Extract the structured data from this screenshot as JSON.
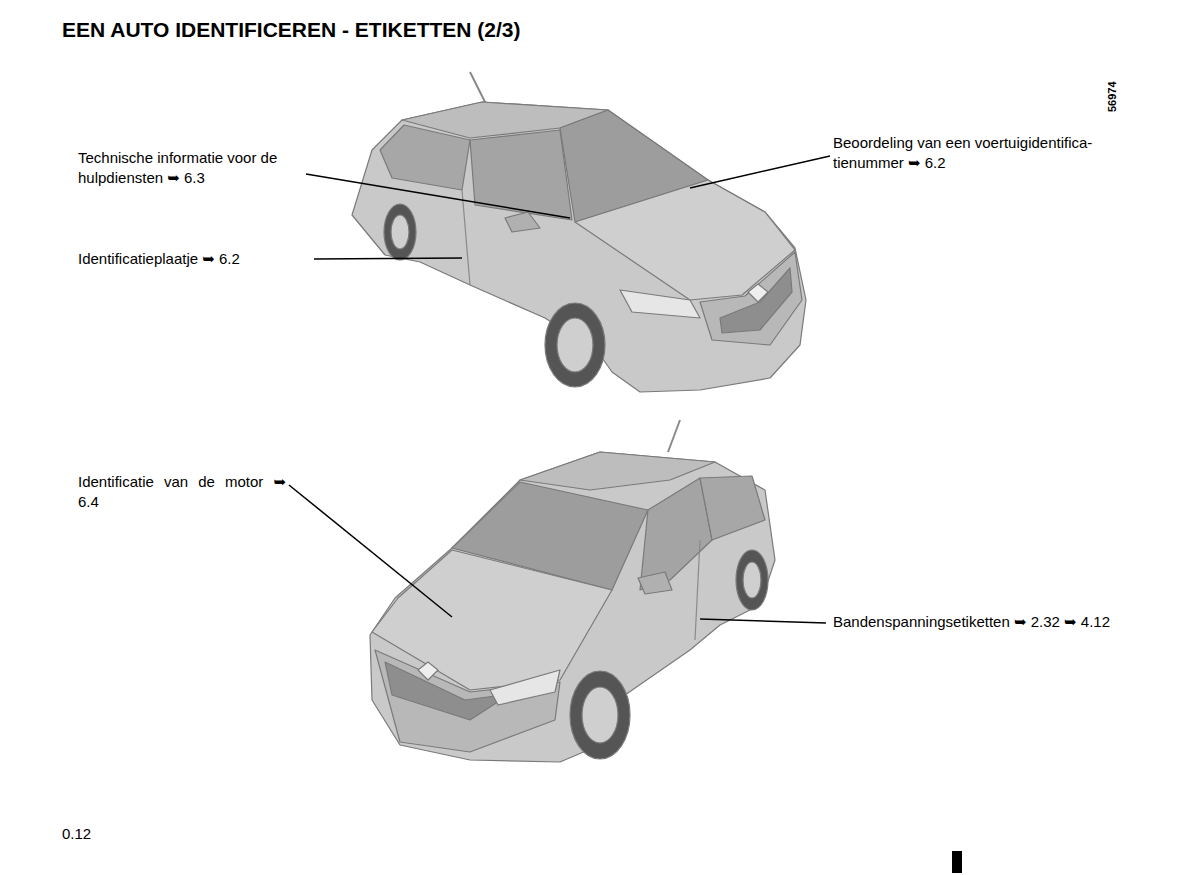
{
  "diagram": {
    "title": "EEN AUTO IDENTIFICEREN - ETIKETTEN (2/3)",
    "labels": [
      "Technische informatie voor de hulpdiensten ➥ 6.3",
      "Identificatieplaatje ➥ 6.2",
      "Beoordeling van een voertuigidentifica- tienummer ➥ 6.2",
      "Identificatie van de motor ➥ 6.4",
      "Bandenspanningsetiketten ➥ 2.32 ➥ 4.12",
      "56974",
      "0.12"
    ]
  }
}
